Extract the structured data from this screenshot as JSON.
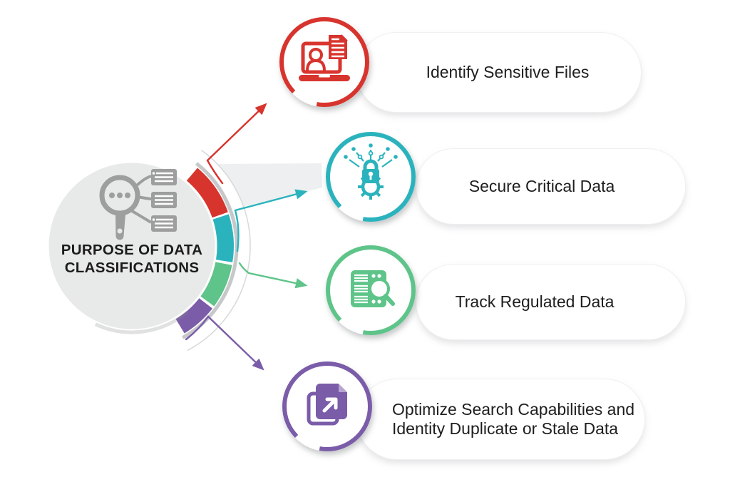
{
  "title": {
    "line1": "PURPOSE OF DATA",
    "line2": "CLASSIFICATIONS"
  },
  "center": {
    "icon": "magnifier-classification-icon",
    "circle_fill": "#e8eaea",
    "icon_color": "#9d9e9e"
  },
  "items": [
    {
      "label": "Identify Sensitive Files",
      "color": "#d8342e",
      "icon": "laptop-user-document-icon"
    },
    {
      "label": "Secure Critical Data",
      "color": "#2bb3bd",
      "icon": "lock-gear-network-icon"
    },
    {
      "label": "Track Regulated Data",
      "color": "#5ec489",
      "icon": "server-magnifier-icon"
    },
    {
      "label": "Optimize Search Capabilities and Identity Duplicate or Stale Data",
      "lines": [
        "Optimize Search Capabilities and",
        "Identity Duplicate or Stale Data"
      ],
      "color": "#7b5ca9",
      "icon": "duplicate-files-icon"
    }
  ],
  "colors": {
    "background": "#ffffff",
    "text": "#1e1e1e",
    "band_gray": "#c7c8ca",
    "band_outer_edge": "#d9dadb",
    "wedge": "#edeff0"
  }
}
